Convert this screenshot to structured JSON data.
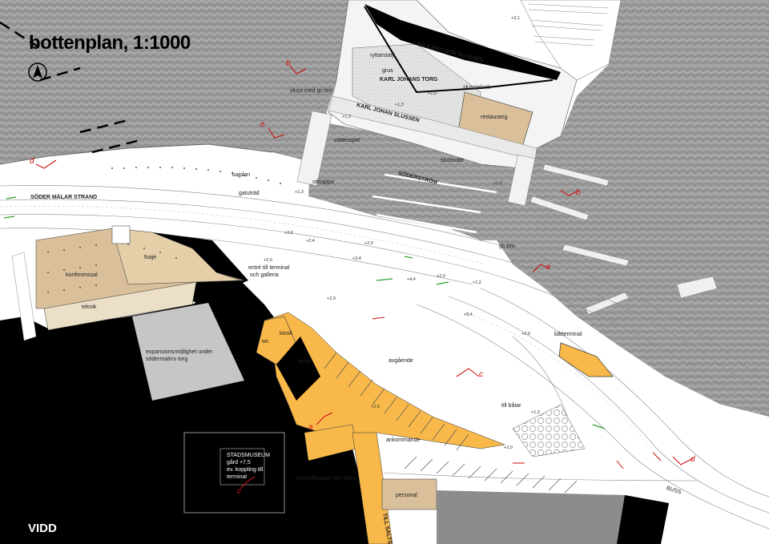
{
  "title": "bottenplan, 1:1000",
  "brand": "VIDD",
  "labels": {
    "ryttarstaty": "ryttarstaty",
    "grus": "grus",
    "karl_johans_torg": "KARL JOHANS TORG",
    "nils_ericson_slussen": "NILS ERICSON SLUSSEN",
    "slussteknik": "slussteknik",
    "sluss_med_gc_bro": "sluss med gc-bro",
    "karl_johan_slussen": "KARL JOHAN SLUSSEN",
    "restaurang": "restaurang",
    "vattenspel": "vattenspel",
    "slussvakt": "slussvakt",
    "soderstrom": "SÖDERSTRÖM",
    "kajplan": "kajplan",
    "gatutrad": "gatuträd",
    "sittrappa": "sittrappa",
    "soder_malar_strand": "SÖDER MÄLAR STRAND",
    "gc_bro": "gc-bro",
    "foaje": "foajé",
    "konferenssal": "konferenssal",
    "teknik": "teknik",
    "entre_line1": "entré till terminal",
    "entre_line2": "och galleria",
    "kiosk1": "kiosk",
    "kiosk2": "kiosk",
    "wc": "wc",
    "expansion_line1": "expansionsmöjlighet under",
    "expansion_line2": "södermalms torg",
    "avgaende": "avgående",
    "batterminal": "båtterminal",
    "till_batar": "till båtar",
    "ankommande": "ankommande",
    "stadsmuseum": "STADSMUSEUM",
    "gard": "gård +7,5",
    "ev_koppling": "ev. koppling till",
    "terminal": "terminal",
    "nya_rulltrappor": "nya rulltrappor till t-bana",
    "personal": "personal",
    "buss": "BUSS",
    "till_saltsjo": "TILL SALTSJ"
  },
  "elevations": [
    "+3,1",
    "+1,0",
    "+1,3",
    "+1,3",
    "+1,3",
    "+1,3",
    "+2,0",
    "+2,4",
    "+2,0",
    "+2,0",
    "+3,4",
    "+4,4",
    "+2,0",
    "+1,2",
    "+2,0",
    "+8,4",
    "+2,0",
    "+2,0",
    "+2,0",
    "+1,3"
  ],
  "section_markers": [
    "a",
    "b",
    "b",
    "c",
    "c",
    "d",
    "d",
    "e",
    "e"
  ],
  "colors": {
    "water": "#9a9a9a",
    "rock": "#000000",
    "terminal_orange": "#f8b94a",
    "beige_building": "#d9c09a",
    "light_beige": "#ebdfc8",
    "grey_block": "#c6c6c6",
    "dark_grey_block": "#8c8c8c",
    "section_red": "#d01010",
    "traffic_green": "#2ca02c"
  }
}
